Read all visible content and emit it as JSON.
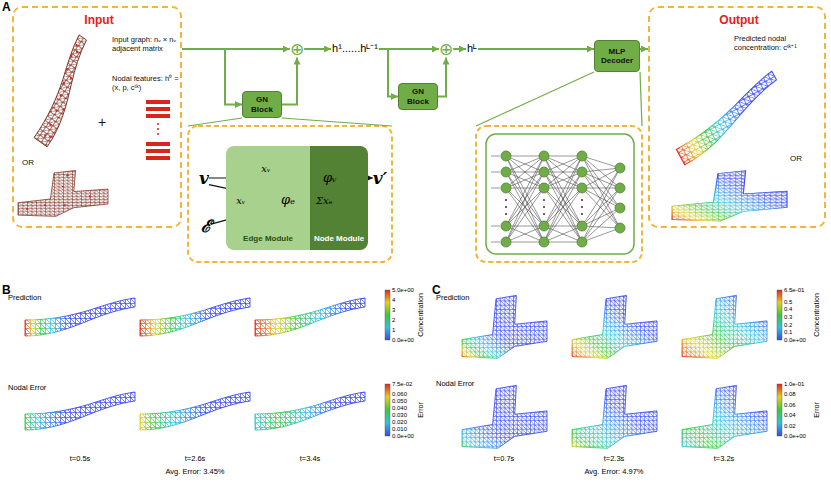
{
  "diagram": {
    "nodes": [
      {
        "text": [
          "Input",
          "Input graph: nᵥ × nᵥ adjacent matrix",
          "Nodal features: h⁰ = (x, p, cᵗᵏ)",
          "+",
          "OR"
        ]
      },
      {
        "text": [
          "⊕"
        ]
      },
      {
        "text": [
          "GN Block"
        ]
      },
      {
        "text": [
          "h¹......hᴸ⁻¹"
        ]
      },
      {
        "text": [
          "⊕"
        ]
      },
      {
        "text": [
          "GN Block"
        ]
      },
      {
        "text": [
          "hᴸ"
        ]
      },
      {
        "text": [
          "MLP Decoder"
        ]
      },
      {
        "text": [
          "Output",
          "Predicted nodal concentration: cᵗᵏ⁺¹",
          "OR"
        ]
      },
      {
        "text": [
          "Edge Module"
        ]
      },
      {
        "text": [
          "Node Module"
        ]
      },
      {
        "text": [
          "v"
        ]
      },
      {
        "text": [
          "ℰ"
        ]
      },
      {
        "text": [
          "φₑ"
        ],
        "in": 9
      },
      {
        "text": [
          "φᵥ"
        ],
        "in": 10
      },
      {
        "text": [
          "v′"
        ]
      }
    ],
    "edges": [
      {
        "from": 0,
        "to": 1,
        "arrow": "to"
      },
      {
        "from": 0,
        "to": 2,
        "arrow": "to"
      },
      {
        "from": 2,
        "to": 1,
        "arrow": "to"
      },
      {
        "from": 1,
        "to": 3,
        "arrow": "to"
      },
      {
        "from": 3,
        "to": 4,
        "arrow": "to"
      },
      {
        "from": 3,
        "to": 5,
        "arrow": "to"
      },
      {
        "from": 5,
        "to": 4,
        "arrow": "to"
      },
      {
        "from": 4,
        "to": 6,
        "arrow": "to"
      },
      {
        "from": 6,
        "to": 7,
        "arrow": "to"
      },
      {
        "from": 7,
        "to": 8,
        "arrow": "to"
      },
      {
        "from": 11,
        "to": 14,
        "label": "xᵥ",
        "arrow": "to"
      },
      {
        "from": 11,
        "to": 13,
        "label": "xᵥ",
        "arrow": "to"
      },
      {
        "from": 12,
        "to": 13,
        "arrow": "to"
      },
      {
        "from": 13,
        "to": 14,
        "label": "Σxₑ",
        "arrow": "to"
      },
      {
        "from": 14,
        "to": 15,
        "arrow": "to"
      }
    ],
    "labels": [
      "A",
      "B",
      "Prediction",
      "Nodal Error",
      "5.0e+00",
      "4",
      "3",
      "2",
      "1",
      "0.0e+00",
      "Concentration",
      "7.5e-02",
      "0.060",
      "0.050",
      "0.040",
      "0.030",
      "0.020",
      "0.010",
      "0.0e+00",
      "Error",
      "t=0.5s",
      "t=2.6s",
      "t=3.4s",
      "Avg. Error: 3.45%",
      "C",
      "Prediction",
      "Nodal Error",
      "6.5e-01",
      "0.5",
      "0.4",
      "0.3",
      "0.2",
      "0.1",
      "0.0e+00",
      "Concentration",
      "1.0e-01",
      "0.08",
      "0.06",
      "0.04",
      "0.02",
      "0.0e+00",
      "Error",
      "t=0.7s",
      "t=2.3s",
      "t=3.2s",
      "Avg. Error: 4.97%"
    ]
  }
}
